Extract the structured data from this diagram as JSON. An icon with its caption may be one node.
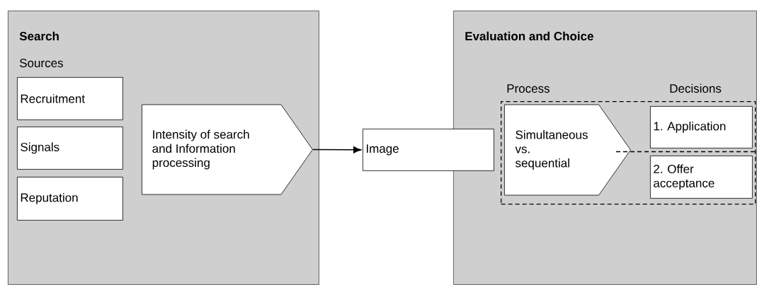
{
  "diagram": {
    "nodes": [
      {
        "text": [
          "Search",
          "Sources"
        ]
      },
      {
        "text": [
          "Recruitment"
        ],
        "in": 0
      },
      {
        "text": [
          "Signals"
        ],
        "in": 0
      },
      {
        "text": [
          "Reputation"
        ],
        "in": 0
      },
      {
        "text": [
          "Intensity of search and Information processing"
        ],
        "in": 0
      },
      {
        "text": [
          "Image"
        ]
      },
      {
        "text": [
          "Evaluation and Choice"
        ]
      },
      {
        "text": [],
        "shape": "box",
        "in": 6
      },
      {
        "text": [
          "Simultaneous vs. sequential"
        ],
        "in": 7
      },
      {
        "text": [
          "1. Application"
        ],
        "in": 7
      },
      {
        "text": [
          "2. Offer acceptance"
        ],
        "in": 7
      }
    ],
    "edges": [
      {
        "from": 4,
        "to": 5,
        "arrow": "to"
      }
    ],
    "labels": [
      "Process",
      "Decisions"
    ]
  }
}
